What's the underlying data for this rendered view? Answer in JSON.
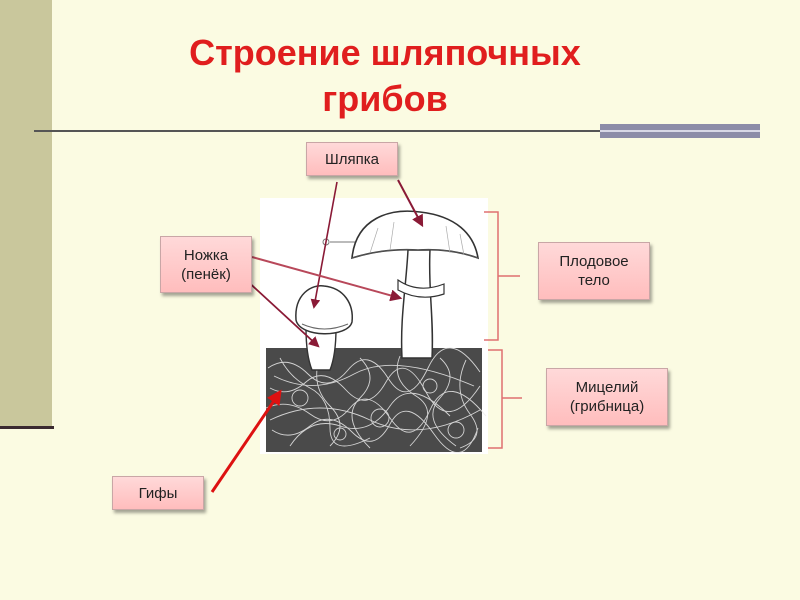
{
  "title": "Строение шляпочных\nгрибов",
  "labels": {
    "cap": "Шляпка",
    "stem": "Ножка\n(пенёк)",
    "fruit_body": "Плодовое\nтело",
    "mycelium": "Мицелий\n(грибница)",
    "hyphae": "Гифы"
  },
  "colors": {
    "title": "#e01e1e",
    "background": "#fbfbe2",
    "sidebar": "#c9c79c",
    "label_fill": "#ffc8c8",
    "pointer_red": "#dd1111",
    "pointer_dark": "#8a1a36"
  }
}
